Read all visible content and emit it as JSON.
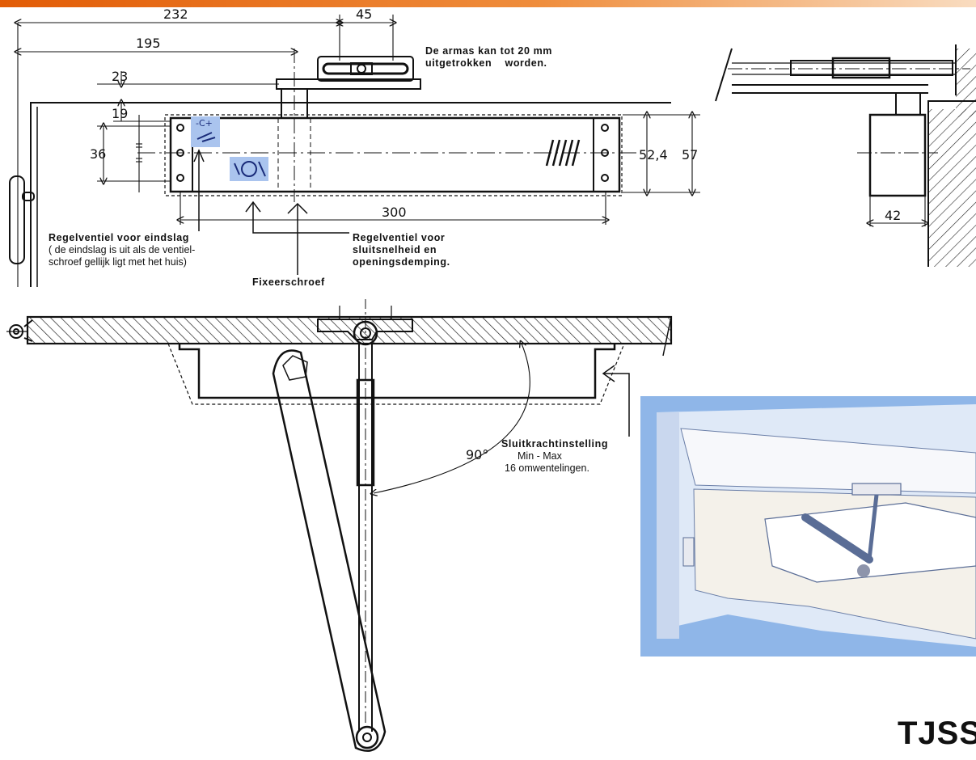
{
  "dimensions": {
    "d232": "232",
    "d45": "45",
    "d195": "195",
    "d23": "23",
    "d19": "19",
    "d36": "36",
    "d524": "52,4",
    "d57": "57",
    "d300": "300",
    "d42": "42",
    "angle": "90°"
  },
  "notes": {
    "arm_extend": [
      "De armas kan tot 20 mm",
      "uitgetrokken    worden."
    ],
    "end_valve": {
      "title": "Regelventiel voor eindslag",
      "lines": [
        "( de eindslag is uit als de ventiel-",
        "schroef gellijk ligt met het huis)"
      ]
    },
    "speed_valve": [
      "Regelventiel voor",
      "sluitsnelheid en",
      "openingsdemping."
    ],
    "fix_screw": "Fixeerschroef",
    "closing_force": {
      "title": "Sluitkrachtinstelling",
      "lines": [
        "Min - Max",
        "16 omwentelingen."
      ]
    }
  },
  "valve_icon_marks": "-C+",
  "brand": "TJSS",
  "colors": {
    "header_orange": "#e8650a",
    "header_fade": "#f6c89a",
    "photo_blue": "#8fb6e8",
    "valve_icon": "#aac4ee"
  }
}
